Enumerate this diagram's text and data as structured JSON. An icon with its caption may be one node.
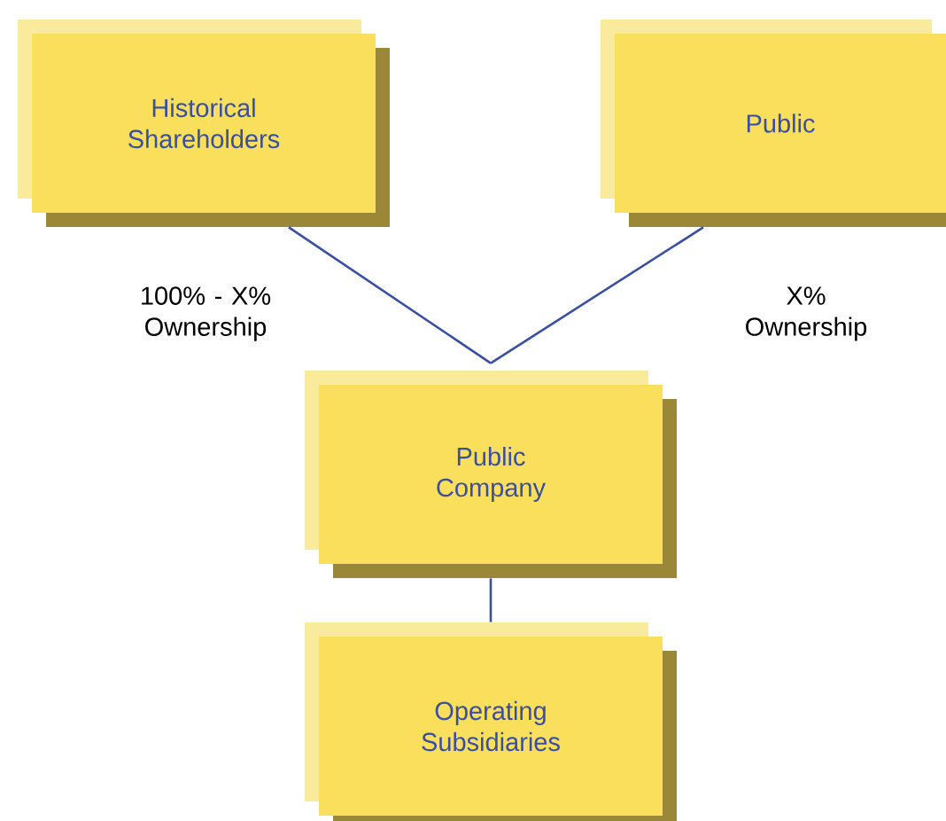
{
  "diagram": {
    "nodes": [
      {
        "text": [
          "Historical Shareholders"
        ]
      },
      {
        "text": [
          "Public"
        ]
      },
      {
        "text": [
          "Public Company"
        ]
      },
      {
        "text": [
          "Operating Subsidiaries"
        ]
      }
    ],
    "edges": [
      {
        "from": 0,
        "to": 2,
        "arrow": "none",
        "label": "100% - X% Ownership"
      },
      {
        "from": 1,
        "to": 2,
        "arrow": "none",
        "label": "X% Ownership"
      },
      {
        "from": 2,
        "to": 3,
        "arrow": "none"
      }
    ]
  }
}
